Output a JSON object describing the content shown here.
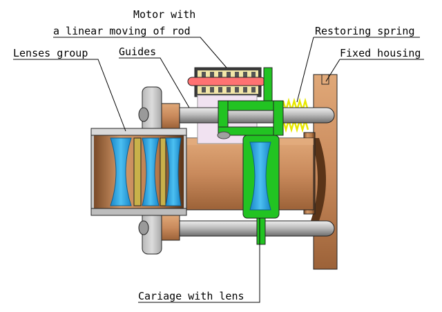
{
  "labels": {
    "motor_line1": "Motor with",
    "motor_line2": "a linear moving of rod",
    "restoring_spring": "Restoring spring",
    "lenses_group": "Lenses group",
    "guides": "Guides",
    "fixed_housing": "Fixed housing",
    "carriage": "Cariage with lens"
  },
  "colors": {
    "bronze": "#c98a5c",
    "bronze_dark": "#8a5632",
    "lens_blue": "#2fa8e8",
    "carriage_green": "#22c322",
    "steel": "#a9a9a9",
    "spring_yellow": "#e8e800",
    "motor_red": "#ff7272",
    "housing_grey": "#c8c8c8",
    "outline": "#1e1e1e"
  }
}
